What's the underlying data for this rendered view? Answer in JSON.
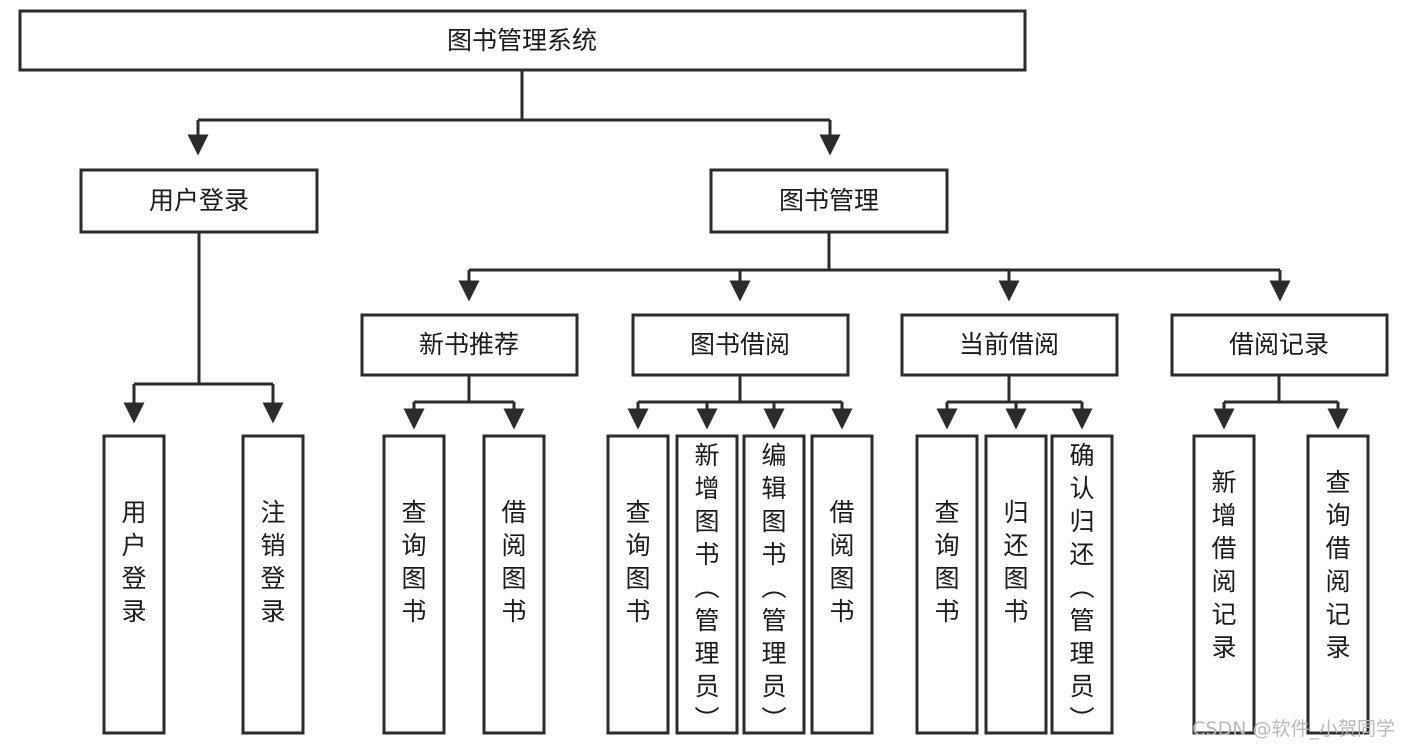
{
  "diagram": {
    "type": "tree-hierarchy-chart",
    "title_text": "图书管理系统",
    "colors": {
      "stroke": "#2b2b2b",
      "fill": "#ffffff",
      "text": "#1a1a1a",
      "watermark": "#b9b9b9"
    },
    "root": {
      "id": "root",
      "label": "图书管理系统",
      "orientation": "horizontal"
    },
    "level2": [
      {
        "id": "user-login",
        "label": "用户登录",
        "orientation": "horizontal"
      },
      {
        "id": "book-management",
        "label": "图书管理",
        "orientation": "horizontal"
      }
    ],
    "level3": [
      {
        "id": "new-book-recommend",
        "label": "新书推荐",
        "orientation": "horizontal"
      },
      {
        "id": "book-borrow",
        "label": "图书借阅",
        "orientation": "horizontal"
      },
      {
        "id": "current-borrow",
        "label": "当前借阅",
        "orientation": "horizontal"
      },
      {
        "id": "borrow-record",
        "label": "借阅记录",
        "orientation": "horizontal"
      }
    ],
    "leaves": {
      "user-login": [
        {
          "id": "leaf-user-login",
          "label": "用户登录",
          "orientation": "vertical"
        },
        {
          "id": "leaf-logout-login",
          "label": "注销登录",
          "orientation": "vertical"
        }
      ],
      "new-book-recommend": [
        {
          "id": "leaf-query-book-1",
          "label": "查询图书",
          "orientation": "vertical"
        },
        {
          "id": "leaf-borrow-book-1",
          "label": "借阅图书",
          "orientation": "vertical"
        }
      ],
      "book-borrow": [
        {
          "id": "leaf-query-book-2",
          "label": "查询图书",
          "orientation": "vertical"
        },
        {
          "id": "leaf-add-book",
          "label": "新增图书（管理员）",
          "orientation": "vertical"
        },
        {
          "id": "leaf-edit-book",
          "label": "编辑图书（管理员）",
          "orientation": "vertical"
        },
        {
          "id": "leaf-borrow-book-2",
          "label": "借阅图书",
          "orientation": "vertical"
        }
      ],
      "current-borrow": [
        {
          "id": "leaf-query-book-3",
          "label": "查询图书",
          "orientation": "vertical"
        },
        {
          "id": "leaf-return-book",
          "label": "归还图书",
          "orientation": "vertical"
        },
        {
          "id": "leaf-confirm-return",
          "label": "确认归还（管理员）",
          "orientation": "vertical"
        }
      ],
      "borrow-record": [
        {
          "id": "leaf-add-borrow-record",
          "label": "新增借阅记录",
          "orientation": "vertical"
        },
        {
          "id": "leaf-query-borrow-record",
          "label": "查询借阅记录",
          "orientation": "vertical"
        }
      ]
    }
  },
  "watermark": {
    "text": "CSDN @软件_小贺同学"
  }
}
